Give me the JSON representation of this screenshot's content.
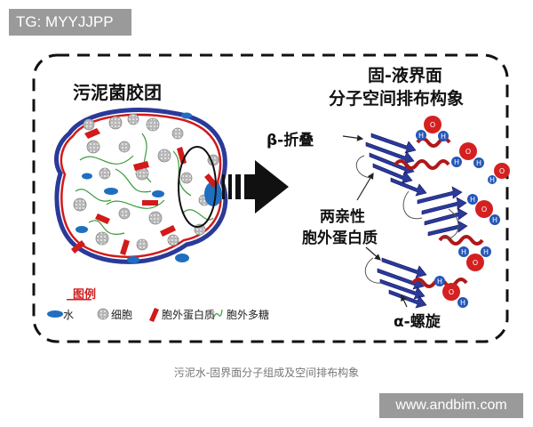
{
  "watermark_top": "TG: MYYJJPP",
  "watermark_bottom": "www.andbim.com",
  "left_panel": {
    "title": "污泥菌胶团",
    "legend": {
      "title": "图例",
      "items": [
        {
          "label": "水",
          "icon": "water-ellipse-icon"
        },
        {
          "label": "细胞",
          "icon": "cell-circle-icon"
        },
        {
          "label": "胞外蛋白质",
          "icon": "protein-red-icon"
        },
        {
          "label": "胞外多糖",
          "icon": "polysaccharide-curl-icon"
        }
      ]
    }
  },
  "right_panel": {
    "title_line1": "固-液界面",
    "title_line2": "分子空间排布构象",
    "label_beta": "β-折叠",
    "label_amphiphilic_line1": "两亲性",
    "label_amphiphilic_line2": "胞外蛋白质",
    "label_alpha": "α-螺旋",
    "molecule_atoms": [
      "O",
      "H",
      "H"
    ]
  },
  "caption": "污泥水-固界面分子组成及空间排布构象",
  "colors": {
    "water": "#1f6fc0",
    "cell": "#9a9a9a",
    "protein": "#d21a1a",
    "polysaccharide": "#3a9a3a",
    "oxygen": "#d42020",
    "hydrogen": "#2457b8",
    "beta_sheet": "#2a3a9a",
    "helix": "#b01818"
  }
}
